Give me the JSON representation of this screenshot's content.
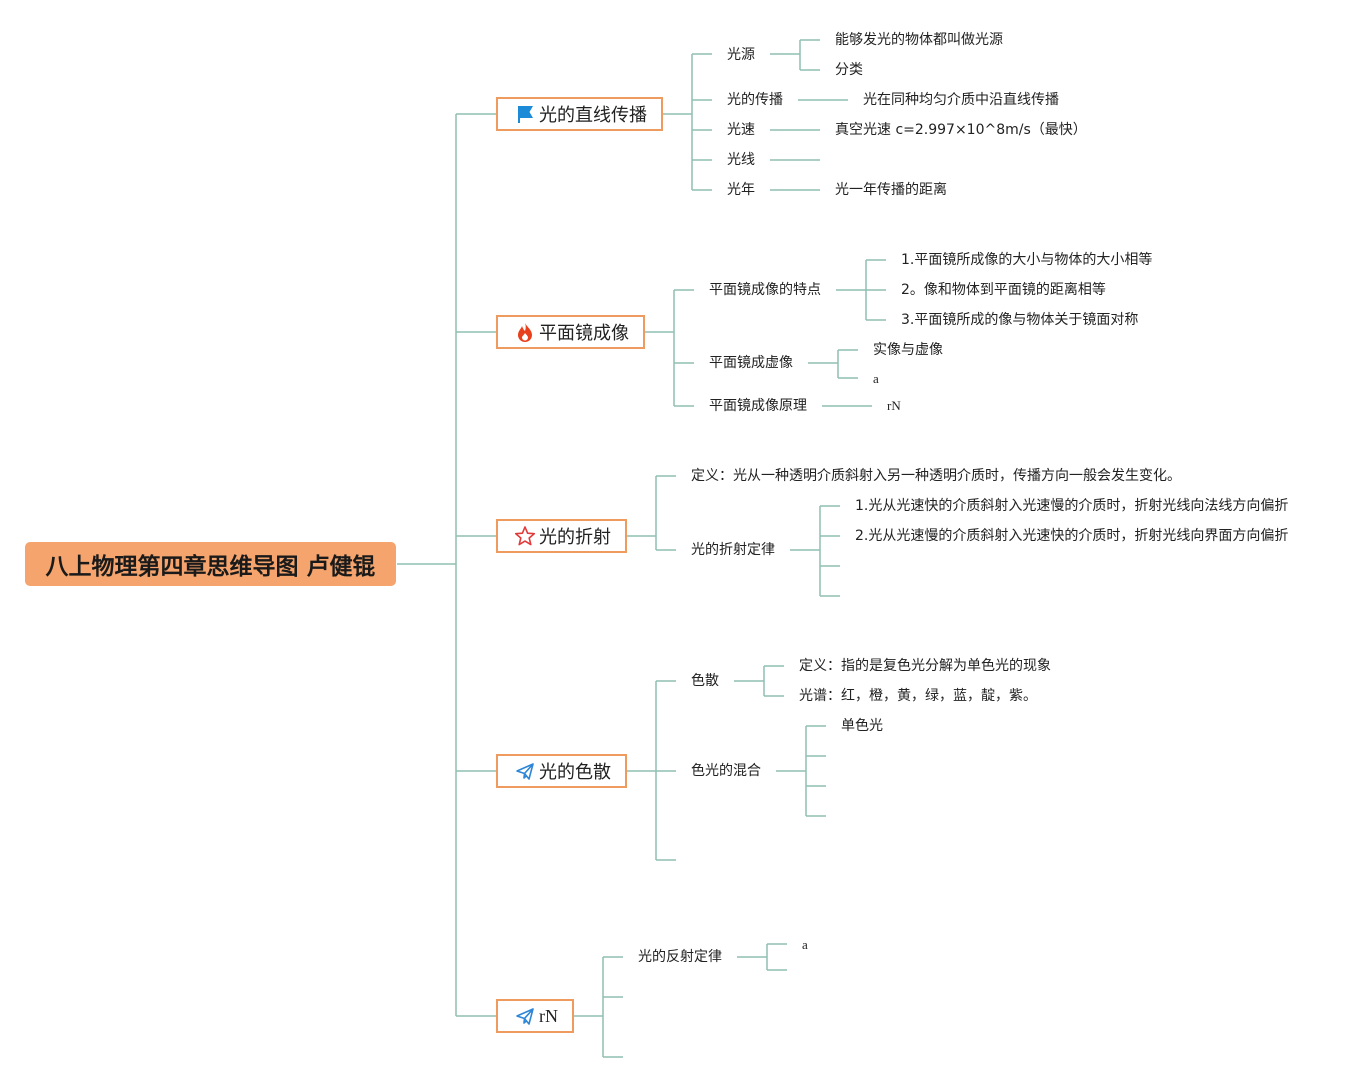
{
  "root": "八上物理第四章思维导图 卢健锟",
  "topics": {
    "straight": "光的直线传播",
    "mirror": "平面镜成像",
    "refraction": "光的折射",
    "dispersion": "光的色散",
    "rn": "rN"
  },
  "straight": {
    "source": "光源",
    "source_def": "能够发光的物体都叫做光源",
    "source_class": "分类",
    "propagation": "光的传播",
    "propagation_def": "光在同种均匀介质中沿直线传播",
    "speed": "光速",
    "speed_def": "真空光速 c=2.997×10^8m/s（最快）",
    "ray": "光线",
    "year": "光年",
    "year_def": "光一年传播的距离"
  },
  "mirror": {
    "features": "平面镜成像的特点",
    "f1": "1.平面镜所成像的大小与物体的大小相等",
    "f2": "2。像和物体到平面镜的距离相等",
    "f3": "3.平面镜所成的像与物体关于镜面对称",
    "virtual": "平面镜成虚像",
    "v1": "实像与虚像",
    "v2": "a",
    "principle": "平面镜成像原理",
    "p1": "rN"
  },
  "refraction": {
    "definition": "定义：光从一种透明介质斜射入另一种透明介质时，传播方向一般会发生变化。",
    "law": "光的折射定律",
    "l1": "1.光从光速快的介质斜射入光速慢的介质时，折射光线向法线方向偏折",
    "l2": "2.光从光速慢的介质斜射入光速快的介质时，折射光线向界面方向偏折"
  },
  "dispersion": {
    "disp": "色散",
    "d1": "定义：指的是复色光分解为单色光的现象",
    "d2": "光谱：红，橙，黄，绿，蓝，靛，紫。",
    "mix": "色光的混合",
    "m1": "单色光"
  },
  "rn": {
    "reflection": "光的反射定律",
    "r1": "a"
  },
  "icons": {
    "straight": "flag-icon",
    "mirror": "fire-icon",
    "refraction": "star-icon",
    "dispersion": "paper-plane-icon",
    "rn": "paper-plane-icon"
  },
  "colors": {
    "root_fill": "#f4a46c",
    "topic_border": "#ef9a5f",
    "connector": "#8fbfb2"
  }
}
